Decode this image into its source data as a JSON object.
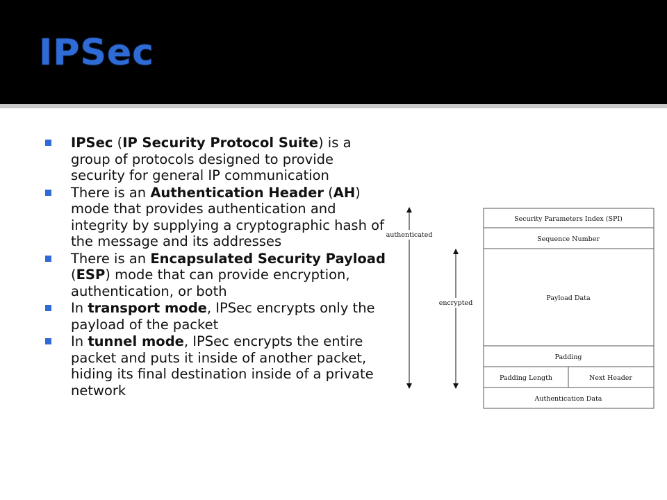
{
  "title": "IPSec",
  "bullets": [
    {
      "parts": [
        {
          "text": "IPSec",
          "bold": true
        },
        {
          "text": " (",
          "bold": false
        },
        {
          "text": "IP Security Protocol Suite",
          "bold": true
        },
        {
          "text": ") is a group of protocols designed to provide security for general IP communication",
          "bold": false
        }
      ]
    },
    {
      "parts": [
        {
          "text": "There is an ",
          "bold": false
        },
        {
          "text": "Authentication Header",
          "bold": true
        },
        {
          "text": " (",
          "bold": false
        },
        {
          "text": "AH",
          "bold": true
        },
        {
          "text": ") mode that provides authentication and integrity by supplying a cryptographic hash of the message and its addresses",
          "bold": false
        }
      ]
    },
    {
      "parts": [
        {
          "text": "There is an ",
          "bold": false
        },
        {
          "text": "Encapsulated Security Payload",
          "bold": true
        },
        {
          "text": " (",
          "bold": false
        },
        {
          "text": "ESP",
          "bold": true
        },
        {
          "text": ") mode that can provide encryption, authentication, or both",
          "bold": false
        }
      ]
    },
    {
      "parts": [
        {
          "text": "In ",
          "bold": false
        },
        {
          "text": "transport mode",
          "bold": true
        },
        {
          "text": ", IPSec encrypts only the payload of the packet",
          "bold": false
        }
      ]
    },
    {
      "parts": [
        {
          "text": "In ",
          "bold": false
        },
        {
          "text": "tunnel mode",
          "bold": true
        },
        {
          "text": ", IPSec encrypts the entire packet and puts it inside of another packet, hiding its final destination inside of a private network",
          "bold": false
        }
      ]
    }
  ],
  "diagram": {
    "fields": {
      "spi": "Security Parameters Index (SPI)",
      "sequence": "Sequence Number",
      "payload": "Payload Data",
      "padding": "Padding",
      "padding_length": "Padding Length",
      "next_header": "Next Header",
      "auth_data": "Authentication Data"
    },
    "labels": {
      "authenticated": "authenticated",
      "encrypted": "encrypted"
    }
  },
  "colors": {
    "title": "#2e6bd6",
    "bullet_marker": "#2e6bd6"
  }
}
